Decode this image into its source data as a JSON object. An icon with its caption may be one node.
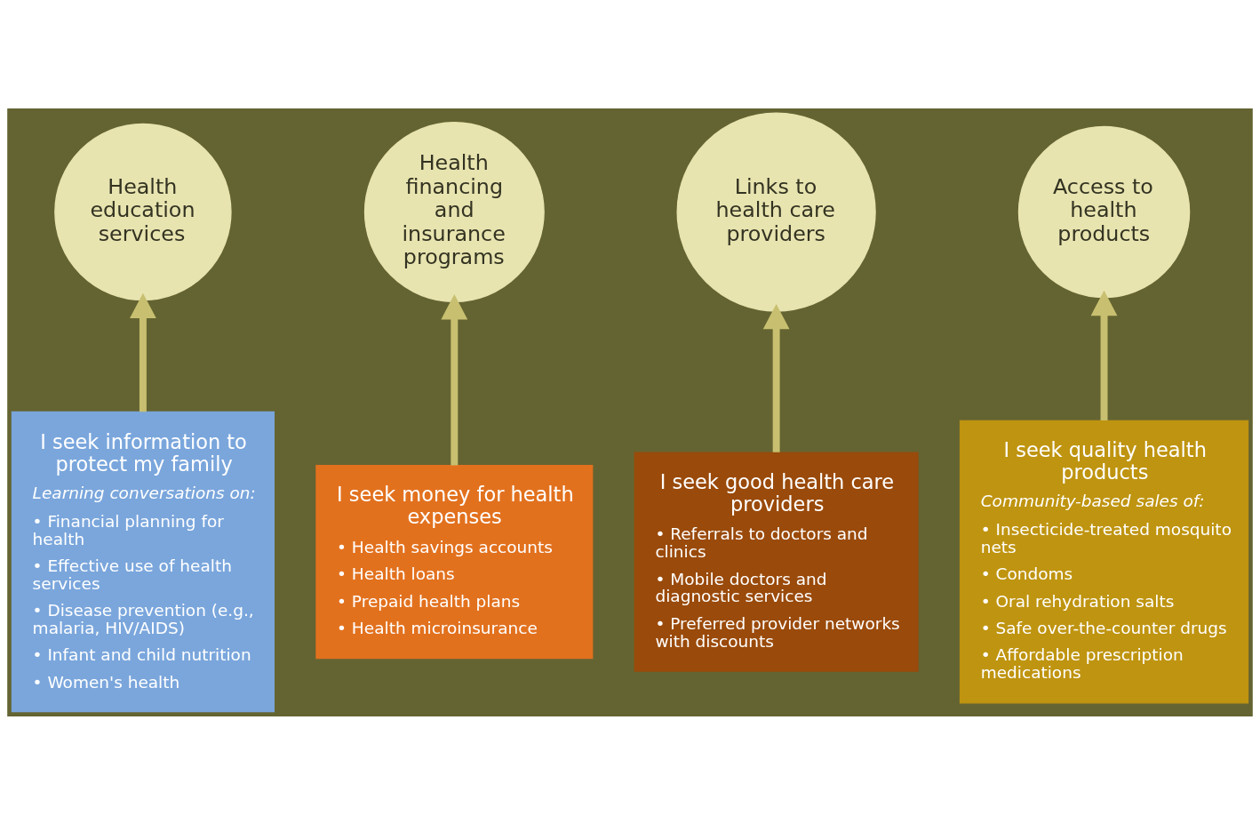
{
  "diagram": {
    "nodes": [
      {
        "text": [
          "Health education services"
        ]
      },
      {
        "text": [
          "Health financing and insurance programs"
        ]
      },
      {
        "text": [
          "Links to health care providers"
        ]
      },
      {
        "text": [
          "Access to health products"
        ]
      },
      {
        "text": [
          "I seek information to protect my family",
          "Learning conversations on:",
          "• Financial planning for health",
          "• Effective use of health services",
          "• Disease prevention (e.g., malaria, HIV/AIDS)",
          "• Infant and child nutrition",
          "• Women's health"
        ]
      },
      {
        "text": [
          "I seek money for health expenses",
          "• Health savings accounts",
          "• Health loans",
          "• Prepaid health plans",
          "• Health microinsurance"
        ]
      },
      {
        "text": [
          "I seek good health care providers",
          "• Referrals to doctors and clinics",
          "• Mobile doctors and diagnostic services",
          "• Preferred provider networks with discounts"
        ]
      },
      {
        "text": [
          "I seek quality health products",
          "Community-based sales of:",
          "• Insecticide-treated mosquito nets",
          "• Condoms",
          "• Oral rehydration salts",
          "• Safe over-the-counter drugs",
          "• Affordable prescription medications"
        ]
      }
    ],
    "edges": [
      {
        "from": 4,
        "to": 0,
        "arrow": "to"
      },
      {
        "from": 5,
        "to": 1,
        "arrow": "to"
      },
      {
        "from": 6,
        "to": 2,
        "arrow": "to"
      },
      {
        "from": 7,
        "to": 3,
        "arrow": "to"
      }
    ]
  }
}
